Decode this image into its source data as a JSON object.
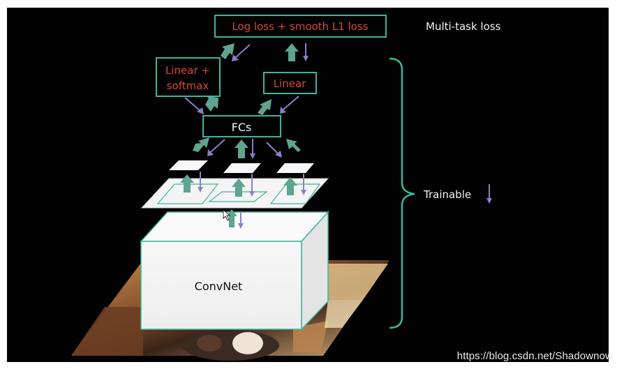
{
  "diagram": {
    "loss_box": "Log loss + smooth L1 loss",
    "multi_task_label": "Multi-task loss",
    "linear_softmax_line1": "Linear +",
    "linear_softmax_line2": "softmax",
    "linear_box": "Linear",
    "fcs_box": "FCs",
    "trainable_label": "Trainable",
    "convnet_label": "ConvNet"
  },
  "watermark": "https://blog.csdn.net/Shadownow",
  "colors": {
    "background": "#020202",
    "box_border": "#3fb59a",
    "box_text": "#d5463c",
    "up_arrow": "#5fa391",
    "down_arrow": "#8a7fc9",
    "label_text": "#f2f2f2"
  }
}
